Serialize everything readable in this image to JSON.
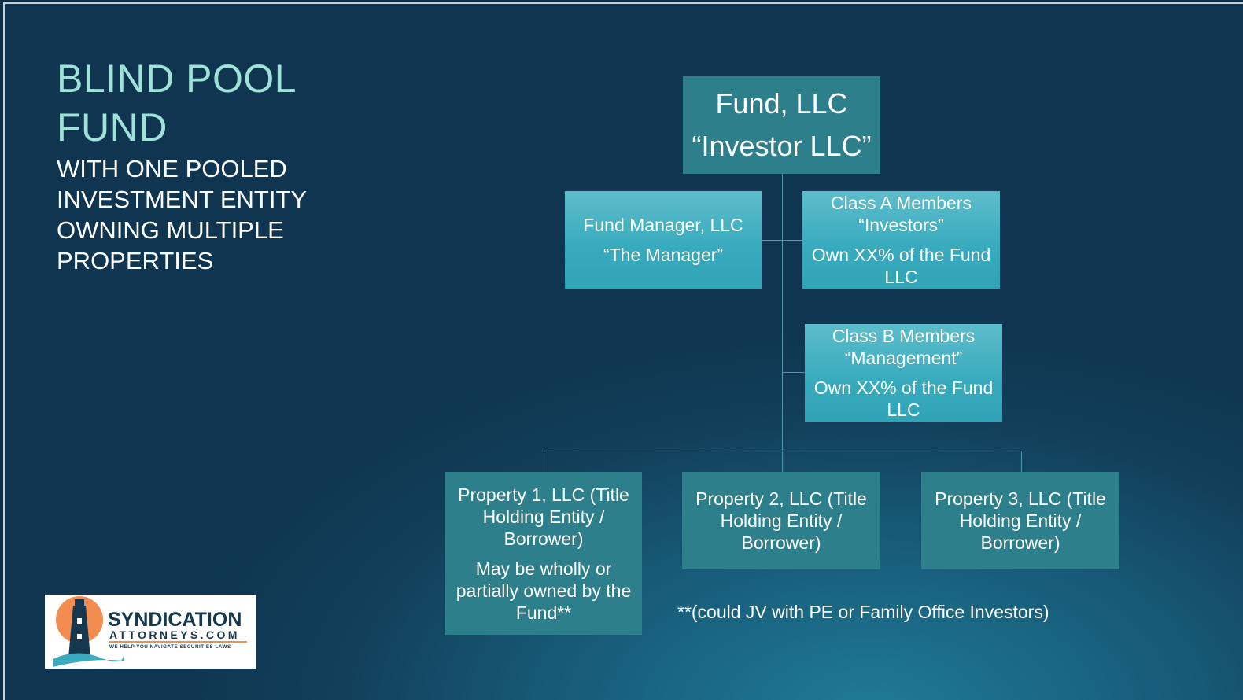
{
  "title": "BLIND POOL FUND",
  "subtitle": [
    "WITH ONE POOLED",
    "INVESTMENT ENTITY",
    "OWNING MULTIPLE",
    "PROPERTIES"
  ],
  "fund": {
    "line1": "Fund, LLC",
    "line2": "“Investor LLC”"
  },
  "manager": {
    "line1": "Fund Manager, LLC",
    "line2": "“The Manager”"
  },
  "class_a": {
    "line1": "Class A Members",
    "line2": "“Investors”",
    "line3": "Own XX% of the Fund LLC"
  },
  "class_b": {
    "line1": "Class B Members",
    "line2": "“Management”",
    "line3": "Own XX% of the Fund LLC"
  },
  "properties": [
    {
      "label": "Property 1, LLC (Title Holding Entity / Borrower)",
      "note": "May be wholly or partially owned by the Fund**"
    },
    {
      "label": "Property 2, LLC (Title Holding Entity / Borrower)"
    },
    {
      "label": "Property 3, LLC (Title Holding Entity / Borrower)"
    }
  ],
  "footnote": "**(could JV with PE or Family Office Investors)",
  "logo": {
    "name": "SYNDICATION",
    "domain": "ATTORNEYS.COM",
    "tagline": "WE HELP YOU NAVIGATE SECURITIES LAWS"
  },
  "colors": {
    "title": "#9fe3d8",
    "dark_box": "#2e7f8c",
    "light_box": "#3fb0c2",
    "logo_orange": "#f28c50",
    "logo_navy": "#15384f"
  }
}
